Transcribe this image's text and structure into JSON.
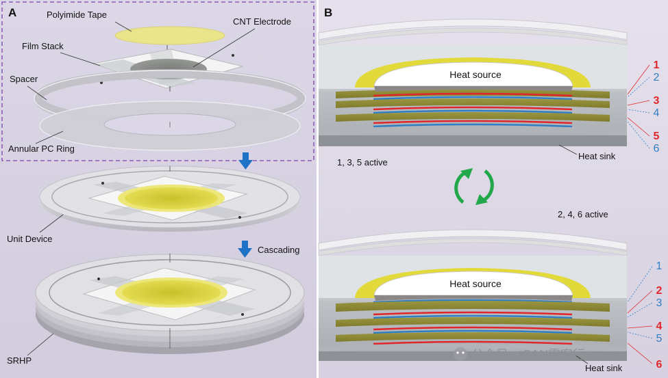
{
  "panel_a": {
    "letter": "A",
    "labels": {
      "polyimide_tape": "Polyimide Tape",
      "cnt_electrode": "CNT Electrode",
      "film_stack": "Film Stack",
      "spacer": "Spacer",
      "annular_ring": "Annular PC Ring",
      "unit_device": "Unit Device",
      "cascading": "Cascading",
      "srhp": "SRHP"
    }
  },
  "panel_b": {
    "letter": "B",
    "top": {
      "heat_source": "Heat source",
      "heat_sink": "Heat sink",
      "state": "1, 3, 5 active",
      "layer_numbers": [
        "1",
        "2",
        "3",
        "4",
        "5",
        "6"
      ]
    },
    "bottom": {
      "heat_source": "Heat source",
      "heat_sink": "Heat sink",
      "state": "2, 4, 6 active",
      "layer_numbers": [
        "1",
        "2",
        "3",
        "4",
        "5",
        "6"
      ]
    }
  },
  "watermark": "公众号 · iCAN霞客行",
  "colors": {
    "panel_bg": "#dcd6e6",
    "dashed_box": "#8e5bb8",
    "arrow_blue": "#1f73c6",
    "cycle_green": "#22a84a",
    "active_red": "#e0262a",
    "inactive_blue": "#2f7ec4",
    "electrode_yellow": "#e6dc3c"
  }
}
